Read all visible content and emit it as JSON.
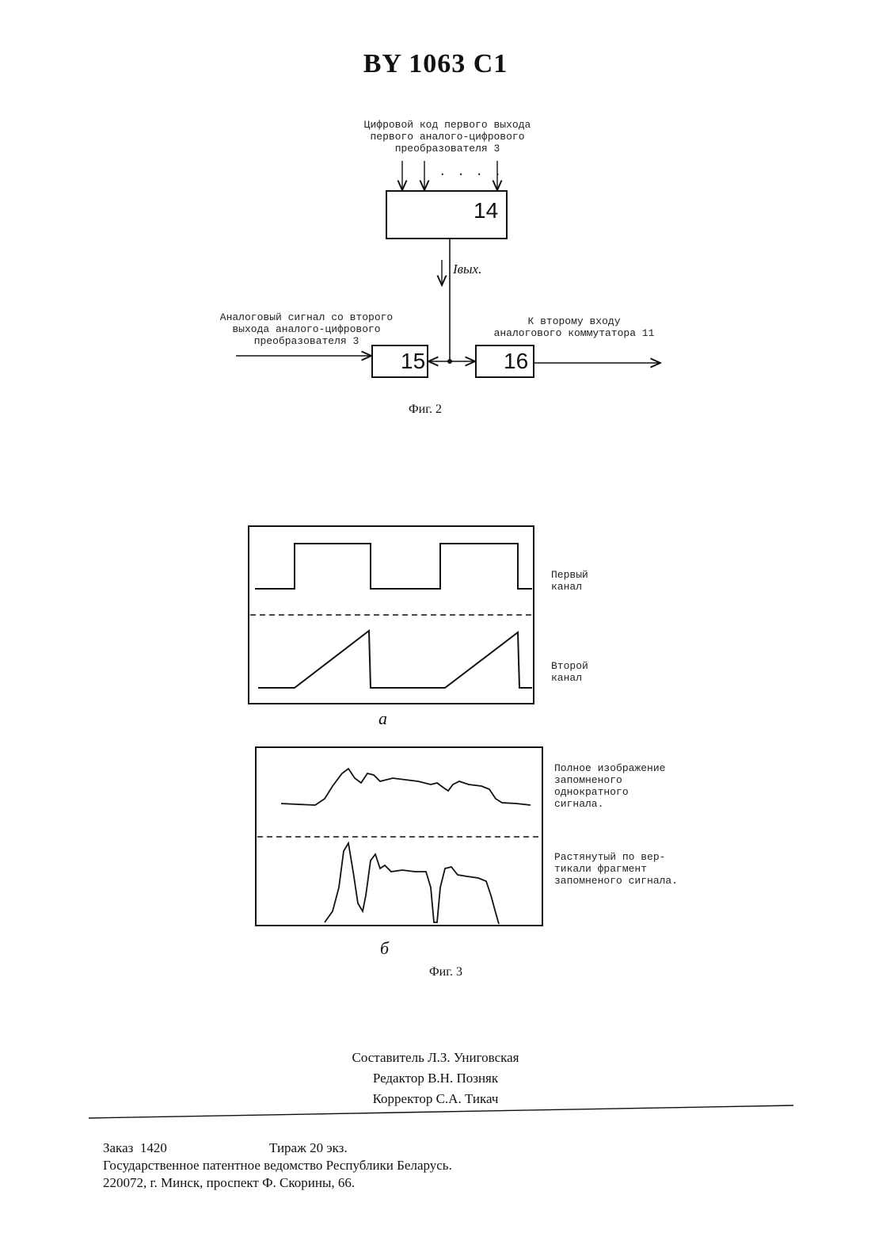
{
  "header": {
    "title": "BY 1063 C1"
  },
  "fig2": {
    "caption": "Фиг. 2",
    "top_label": [
      "Цифровой код первого выхода",
      "первого аналого-цифрового",
      "преобразователя 3"
    ],
    "left_label": [
      "Аналоговый сигнал со второго",
      "выхода аналого-цифрового",
      "преобразователя 3"
    ],
    "right_label": [
      "К второму входу",
      "аналогового коммутатора 11"
    ],
    "dots": ". . . .",
    "current_label": "Iвых.",
    "blocks": [
      "14",
      "15",
      "16"
    ]
  },
  "fig3": {
    "caption": "Фиг. 3",
    "panel_a": {
      "sublabel": "а",
      "label_top": [
        "Первый",
        "канал"
      ],
      "label_bottom": [
        "Второй",
        "канал"
      ]
    },
    "panel_b": {
      "sublabel": "б",
      "label_top": [
        "Полное изображение",
        "запомненого",
        "однократного",
        "сигнала."
      ],
      "label_bottom": [
        "Растянутый по вер-",
        "тикали фрагмент",
        "запомненого сигнала."
      ]
    }
  },
  "credits": {
    "compiler": "Составитель Л.З. Униговская",
    "editor": "Редактор В.Н. Позняк",
    "corrector": "Корректор С.А. Тикач"
  },
  "footer": {
    "order": "Заказ  1420",
    "circulation": "Тираж 20 экз.",
    "office": "Государственное патентное ведомство Республики Беларусь.",
    "address": "220072, г. Минск, проспект Ф. Скорины, 66."
  }
}
